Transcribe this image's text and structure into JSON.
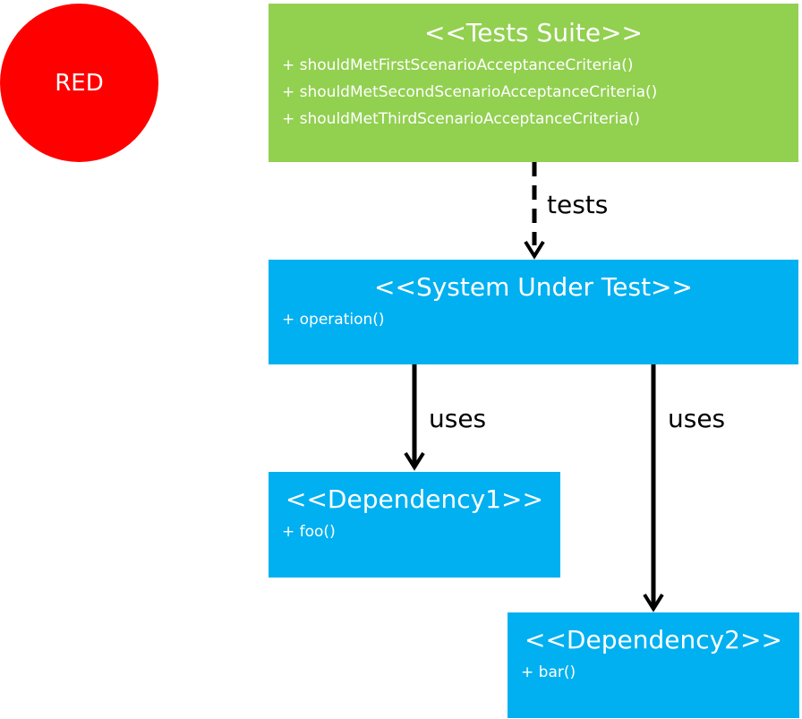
{
  "status": {
    "label": "RED",
    "color": "#ff0000"
  },
  "colors": {
    "suite_fill": "#92d050",
    "component_fill": "#00b0f0",
    "connector": "#000000"
  },
  "tests_suite": {
    "title": "<<Tests Suite>>",
    "methods": [
      "+ shouldMetFirstScenarioAcceptanceCriteria()",
      "+ shouldMetSecondScenarioAcceptanceCriteria()",
      "+ shouldMetThirdScenarioAcceptanceCriteria()"
    ]
  },
  "system_under_test": {
    "title": "<<System Under Test>>",
    "methods": [
      "+ operation()"
    ]
  },
  "dependency1": {
    "title": "<<Dependency1>>",
    "methods": [
      "+ foo()"
    ]
  },
  "dependency2": {
    "title": "<<Dependency2>>",
    "methods": [
      "+ bar()"
    ]
  },
  "edges": {
    "tests": {
      "label": "tests",
      "style": "dashed"
    },
    "uses_dependency1": {
      "label": "uses",
      "style": "solid"
    },
    "uses_dependency2": {
      "label": "uses",
      "style": "solid"
    }
  }
}
